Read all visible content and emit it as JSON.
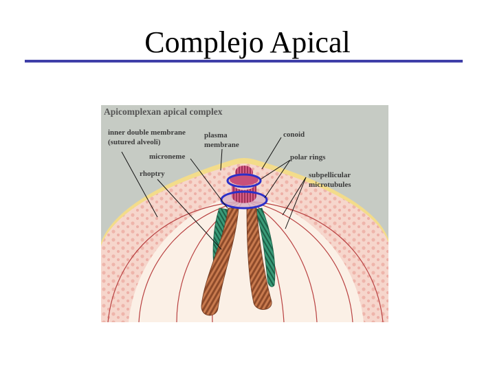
{
  "slide": {
    "title": "Complejo Apical"
  },
  "figure": {
    "title": "Apicomplexan apical complex",
    "labels": {
      "inner_membrane_line1": "inner double membrane",
      "inner_membrane_line2": "(sutured alveoli)",
      "microneme": "microneme",
      "rhoptry": "rhoptry",
      "plasma_membrane_line1": "plasma",
      "plasma_membrane_line2": "membrane",
      "conoid": "conoid",
      "polar_rings": "polar rings",
      "subpellicular_line1": "subpellicular",
      "subpellicular_line2": "microtubules"
    }
  },
  "colors": {
    "title_rule": "#3f3fa8",
    "background_gray": "#c6cbc4",
    "pellicle_pink": "#f4cfc6",
    "membrane_yellow": "#f3dc8a",
    "conoid_magenta": "#c8507a",
    "polar_ring_blue": "#2b2fc8",
    "rhoptry_orange": "#c8784c",
    "microneme_green": "#2f8f6c",
    "microtubule_red": "#b84040"
  }
}
